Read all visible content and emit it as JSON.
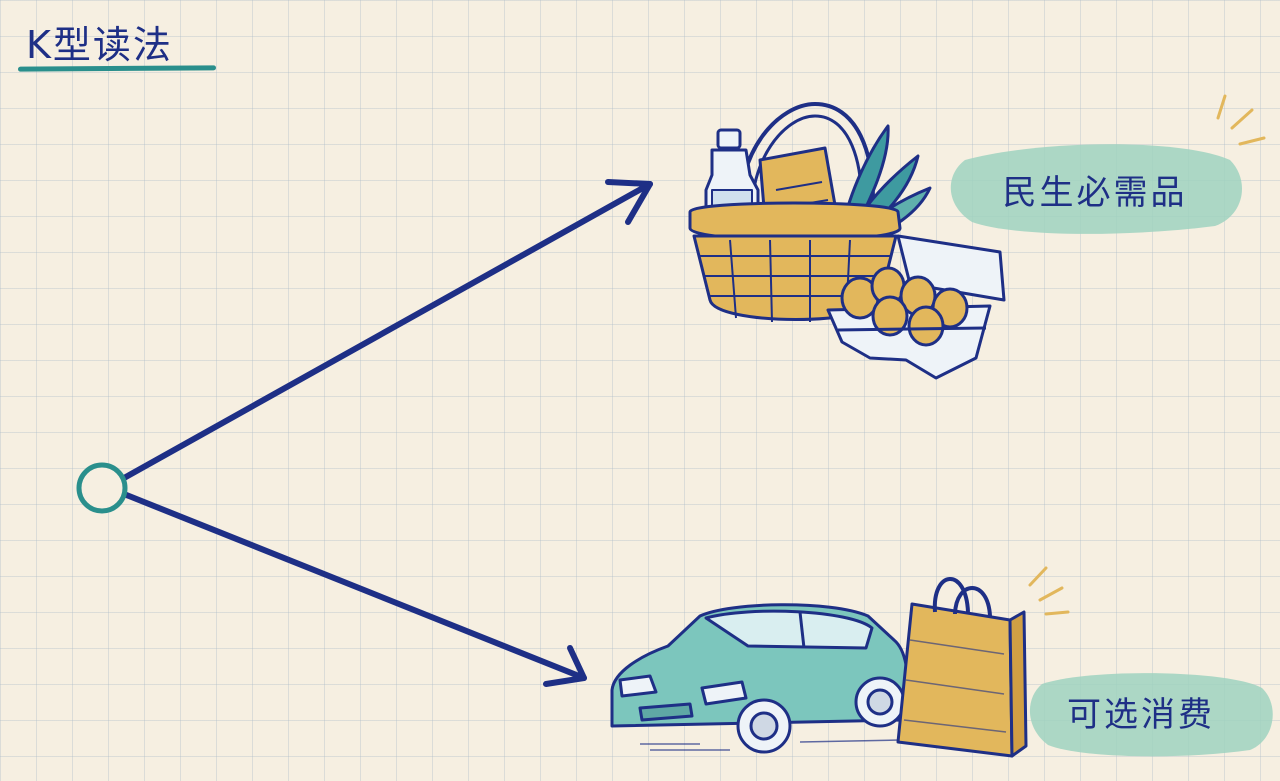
{
  "diagram": {
    "title": "K型读法",
    "branches": [
      {
        "label": "民生必需品",
        "icon": "grocery-basket-and-eggs"
      },
      {
        "label": "可选消费",
        "icon": "car-and-shopping-bag"
      }
    ],
    "colors": {
      "ink": "#1e2f86",
      "accent": "#2a8f8c",
      "highlight": "#9fd2c0",
      "gold": "#e2b75c",
      "paper": "#f6efe1"
    }
  }
}
